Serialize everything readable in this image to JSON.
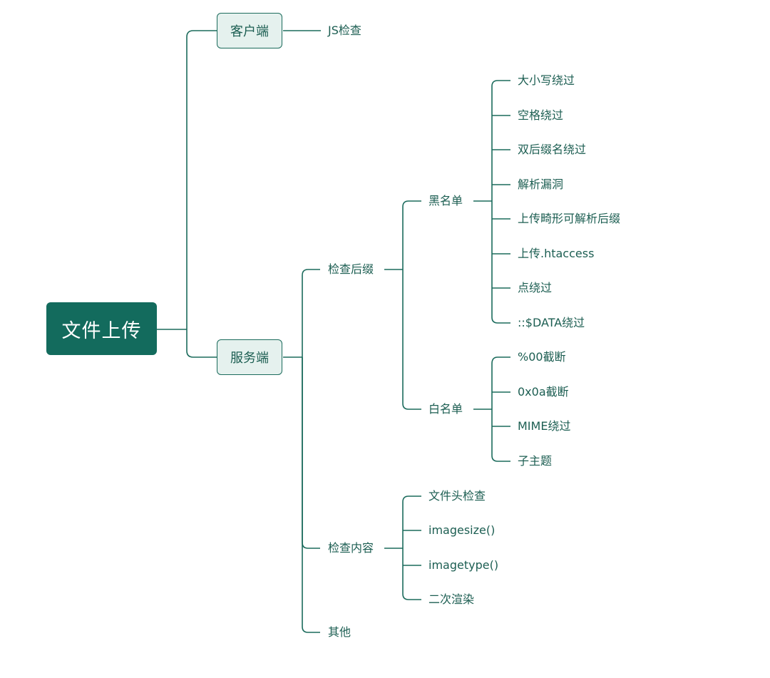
{
  "mindmap": {
    "root": "文件上传",
    "client": {
      "label": "客户端",
      "items": [
        "JS检查"
      ]
    },
    "server": {
      "label": "服务端",
      "check_suffix": {
        "label": "检查后缀",
        "blacklist": {
          "label": "黑名单",
          "items": [
            "大小写绕过",
            "空格绕过",
            "双后缀名绕过",
            "解析漏洞",
            "上传畸形可解析后缀",
            "上传.htaccess",
            "点绕过",
            "::$DATA绕过"
          ]
        },
        "whitelist": {
          "label": "白名单",
          "items": [
            "%00截断",
            "0x0a截断",
            "MIME绕过",
            "子主题"
          ]
        }
      },
      "check_content": {
        "label": "检查内容",
        "items": [
          "文件头检查",
          "imagesize()",
          "imagetype()",
          "二次渲染"
        ]
      },
      "other": {
        "label": "其他"
      }
    }
  },
  "colors": {
    "line": "#1b6b5c",
    "root_fill": "#136b5d",
    "box_fill": "#e5f1ee",
    "text": "#1c5e52"
  }
}
